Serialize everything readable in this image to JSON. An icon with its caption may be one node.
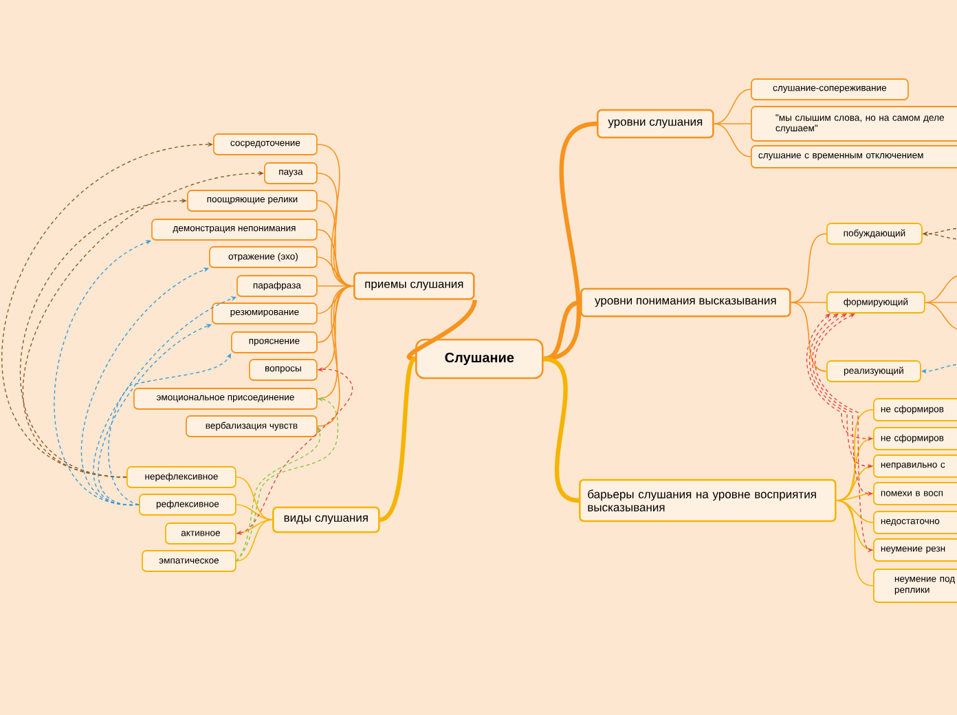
{
  "diagram": {
    "nodes": [
      {
        "text": [
          "Слушание"
        ]
      },
      {
        "text": [
          "уровни слушания"
        ]
      },
      {
        "text": [
          "слушание-сопереживание"
        ]
      },
      {
        "text": [
          "\"мы слышим слова, но на самом деле слушаем\""
        ]
      },
      {
        "text": [
          "слушание с временным отключением"
        ]
      },
      {
        "text": [
          "уровни понимания высказывания"
        ]
      },
      {
        "text": [
          "побуждающий"
        ]
      },
      {
        "text": [
          "формирующий"
        ]
      },
      {
        "text": [
          "реализующий"
        ]
      },
      {
        "text": [
          "барьеры слушания на уровне восприятия высказывания"
        ]
      },
      {
        "text": [
          "не сформиров"
        ]
      },
      {
        "text": [
          "не сформиров"
        ]
      },
      {
        "text": [
          "неправильно с"
        ]
      },
      {
        "text": [
          "помехи в восп"
        ]
      },
      {
        "text": [
          "недостаточно"
        ]
      },
      {
        "text": [
          "неумение резн"
        ]
      },
      {
        "text": [
          "неумение под реплики"
        ]
      },
      {
        "text": [
          "приемы слушания"
        ]
      },
      {
        "text": [
          "сосредоточение"
        ]
      },
      {
        "text": [
          "пауза"
        ]
      },
      {
        "text": [
          "поощряющие релики"
        ]
      },
      {
        "text": [
          "демонстрация непонимания"
        ]
      },
      {
        "text": [
          "отражение (эхо)"
        ]
      },
      {
        "text": [
          "парафраза"
        ]
      },
      {
        "text": [
          "резюмирование"
        ]
      },
      {
        "text": [
          "прояснение"
        ]
      },
      {
        "text": [
          "вопросы"
        ]
      },
      {
        "text": [
          "эмоциональное присоединение"
        ]
      },
      {
        "text": [
          "вербализация чувств"
        ]
      },
      {
        "text": [
          "виды слушания"
        ]
      },
      {
        "text": [
          "нерефлексивное"
        ]
      },
      {
        "text": [
          "рефлексивное"
        ]
      },
      {
        "text": [
          "активное"
        ]
      },
      {
        "text": [
          "эмпатическое"
        ]
      }
    ],
    "edges": [
      {
        "from": 0,
        "to": 1,
        "arrow": "none",
        "style": "thick"
      },
      {
        "from": 0,
        "to": 5,
        "arrow": "none",
        "style": "thick"
      },
      {
        "from": 0,
        "to": 9,
        "arrow": "none",
        "style": "thick",
        "color": "#f5b400"
      },
      {
        "from": 0,
        "to": 17,
        "arrow": "none",
        "style": "thick"
      },
      {
        "from": 0,
        "to": 29,
        "arrow": "none",
        "style": "thick",
        "color": "#f5b400"
      },
      {
        "from": 1,
        "to": 2,
        "arrow": "none"
      },
      {
        "from": 1,
        "to": 3,
        "arrow": "none"
      },
      {
        "from": 1,
        "to": 4,
        "arrow": "none"
      },
      {
        "from": 5,
        "to": 6,
        "arrow": "none"
      },
      {
        "from": 5,
        "to": 7,
        "arrow": "none"
      },
      {
        "from": 5,
        "to": 8,
        "arrow": "none"
      },
      {
        "from": 9,
        "to": 10,
        "arrow": "none",
        "color": "#f5b400"
      },
      {
        "from": 9,
        "to": 11,
        "arrow": "none",
        "color": "#f5b400"
      },
      {
        "from": 9,
        "to": 12,
        "arrow": "none",
        "color": "#f5b400"
      },
      {
        "from": 9,
        "to": 13,
        "arrow": "none",
        "color": "#f5b400"
      },
      {
        "from": 9,
        "to": 14,
        "arrow": "none",
        "color": "#f5b400"
      },
      {
        "from": 9,
        "to": 15,
        "arrow": "none",
        "color": "#f5b400"
      },
      {
        "from": 9,
        "to": 16,
        "arrow": "none",
        "color": "#f5b400"
      },
      {
        "from": 17,
        "to": 18,
        "arrow": "none"
      },
      {
        "from": 17,
        "to": 19,
        "arrow": "none"
      },
      {
        "from": 17,
        "to": 20,
        "arrow": "none"
      },
      {
        "from": 17,
        "to": 21,
        "arrow": "none"
      },
      {
        "from": 17,
        "to": 22,
        "arrow": "none"
      },
      {
        "from": 17,
        "to": 23,
        "arrow": "none"
      },
      {
        "from": 17,
        "to": 24,
        "arrow": "none"
      },
      {
        "from": 17,
        "to": 25,
        "arrow": "none"
      },
      {
        "from": 17,
        "to": 26,
        "arrow": "none"
      },
      {
        "from": 17,
        "to": 27,
        "arrow": "none"
      },
      {
        "from": 17,
        "to": 28,
        "arrow": "none"
      },
      {
        "from": 29,
        "to": 30,
        "arrow": "none",
        "color": "#f5b400"
      },
      {
        "from": 29,
        "to": 31,
        "arrow": "none",
        "color": "#f5b400"
      },
      {
        "from": 29,
        "to": 32,
        "arrow": "none",
        "color": "#f5b400"
      },
      {
        "from": 29,
        "to": 33,
        "arrow": "none",
        "color": "#f5b400"
      },
      {
        "from": 7,
        "to": null,
        "arrow": "none"
      },
      {
        "from": 7,
        "to": null,
        "arrow": "none"
      },
      {
        "from": 7,
        "to": null,
        "arrow": "none"
      },
      {
        "from": null,
        "to": 6,
        "arrow": "to",
        "style": "dashed",
        "color": "#8b5a2b"
      },
      {
        "from": null,
        "to": 6,
        "arrow": "to",
        "style": "dashed",
        "color": "#8b5a2b"
      },
      {
        "from": null,
        "to": 8,
        "arrow": "to",
        "style": "dashed",
        "color": "#3a9ad9"
      },
      {
        "from": 30,
        "to": 18,
        "arrow": "to",
        "style": "dashed",
        "color": "#8b5a2b"
      },
      {
        "from": 30,
        "to": 19,
        "arrow": "to",
        "style": "dashed",
        "color": "#8b5a2b"
      },
      {
        "from": 30,
        "to": 20,
        "arrow": "to",
        "style": "dashed",
        "color": "#8b5a2b"
      },
      {
        "from": 31,
        "to": 21,
        "arrow": "to",
        "style": "dashed",
        "color": "#3a9ad9"
      },
      {
        "from": 31,
        "to": 22,
        "arrow": "to",
        "style": "dashed",
        "color": "#3a9ad9"
      },
      {
        "from": 31,
        "to": 23,
        "arrow": "to",
        "style": "dashed",
        "color": "#3a9ad9"
      },
      {
        "from": 31,
        "to": 24,
        "arrow": "to",
        "style": "dashed",
        "color": "#3a9ad9"
      },
      {
        "from": 31,
        "to": 25,
        "arrow": "to",
        "style": "dashed",
        "color": "#3a9ad9"
      },
      {
        "from": 32,
        "to": 26,
        "arrow": "both",
        "style": "dashed",
        "color": "#e04848"
      },
      {
        "from": 33,
        "to": 27,
        "arrow": "to",
        "style": "dashed",
        "color": "#88c540"
      },
      {
        "from": 33,
        "to": 28,
        "arrow": "to",
        "style": "dashed",
        "color": "#88c540"
      },
      {
        "from": 7,
        "to": 11,
        "arrow": "both",
        "style": "dashed",
        "color": "#e04848"
      },
      {
        "from": 7,
        "to": 12,
        "arrow": "both",
        "style": "dashed",
        "color": "#e04848"
      },
      {
        "from": 7,
        "to": 13,
        "arrow": "both",
        "style": "dashed",
        "color": "#e04848"
      },
      {
        "from": 7,
        "to": 15,
        "arrow": "both",
        "style": "dashed",
        "color": "#e04848"
      }
    ]
  }
}
